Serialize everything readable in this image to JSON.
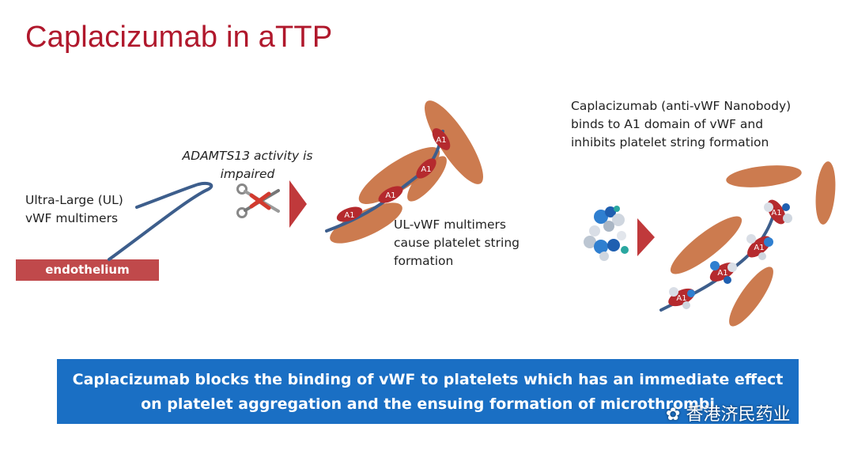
{
  "title": "Caplacizumab in aTTP",
  "ul_label": [
    "Ultra-Large (UL)",
    "vWF multimers"
  ],
  "adamts_label": [
    "ADAMTS13 activity is",
    "impaired"
  ],
  "endothelium_label": "endothelium",
  "string_label": [
    "UL-vWF multimers",
    "cause platelet string",
    "formation"
  ],
  "capla_label": [
    "Caplacizumab (anti-vWF Nanobody)",
    "binds to A1 domain of vWF and",
    "inhibits platelet string formation"
  ],
  "a1_label": "A1",
  "banner": [
    "Caplacizumab blocks the binding of vWF to platelets which has an immediate effect",
    "on platelet aggregation and the ensuing formation of microthrombi"
  ],
  "watermark": "香港济民药业",
  "colors": {
    "title": "#b0182c",
    "endothelium": "#c0494b",
    "arrow": "#c0393b",
    "strand": "#3d5e8c",
    "platelet": "#c87040",
    "a1_domain": "#b52a2e",
    "nanobody": "#2f7fd0",
    "banner": "#1a6fc4"
  },
  "icons": [
    "scissors-icon",
    "nanobody-molecule-icon",
    "wechat-icon"
  ]
}
